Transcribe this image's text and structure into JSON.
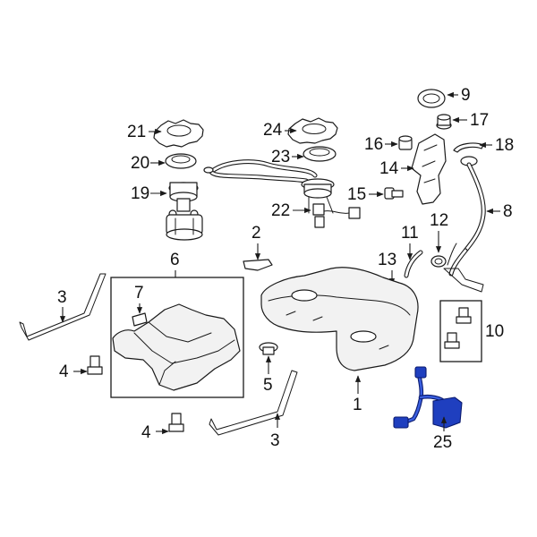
{
  "highlight_color": "#1f3fbf",
  "callouts": {
    "c1": "1",
    "c2": "2",
    "c3a": "3",
    "c3b": "3",
    "c4a": "4",
    "c4b": "4",
    "c5": "5",
    "c6": "6",
    "c7": "7",
    "c8": "8",
    "c9": "9",
    "c10": "10",
    "c11": "11",
    "c12": "12",
    "c13": "13",
    "c14": "14",
    "c15": "15",
    "c16": "16",
    "c17": "17",
    "c18": "18",
    "c19": "19",
    "c20": "20",
    "c21": "21",
    "c22": "22",
    "c23": "23",
    "c24": "24",
    "c25": "25"
  }
}
